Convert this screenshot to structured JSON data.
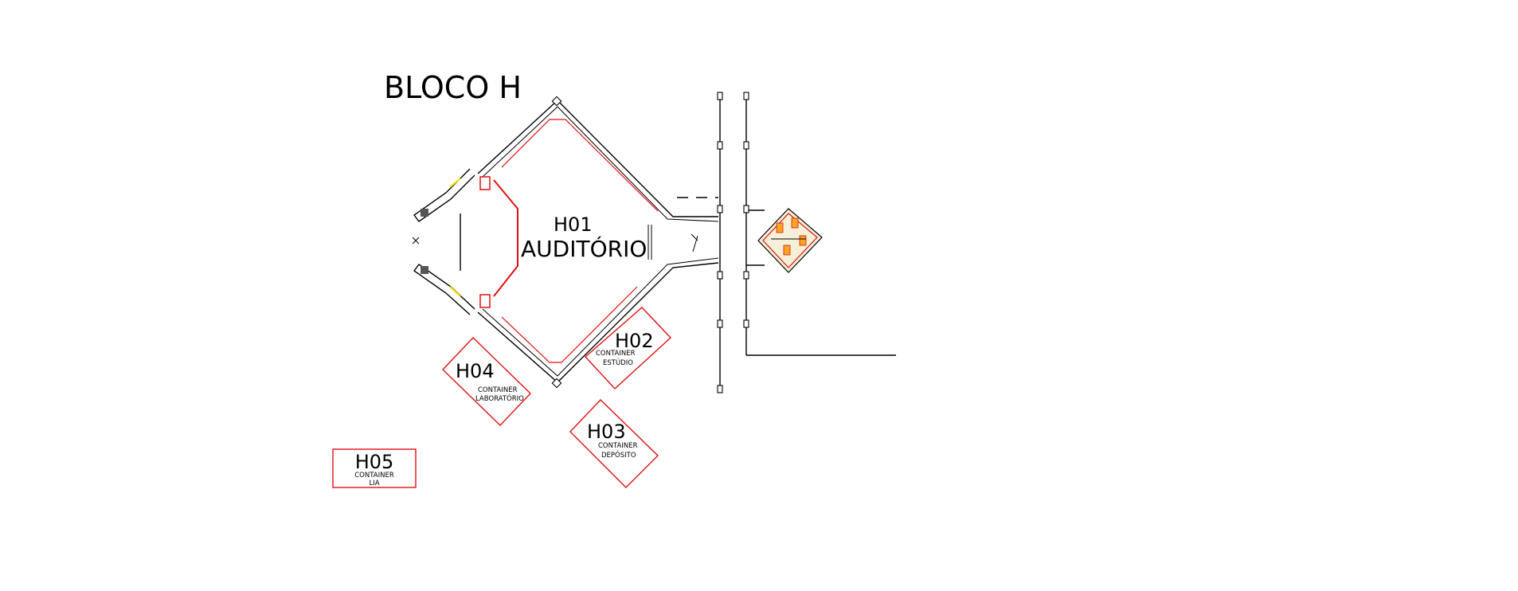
{
  "title": "BLOCO H",
  "rooms": {
    "h01": {
      "code": "H01",
      "name": "AUDITÓRIO"
    },
    "h02": {
      "code": "H02",
      "line1": "CONTAINER",
      "line2": "ESTÚDIO"
    },
    "h03": {
      "code": "H03",
      "line1": "CONTAINER",
      "line2": "DEPÓSITO"
    },
    "h04": {
      "code": "H04",
      "line1": "CONTAINER",
      "line2": "LABORATÓRIO"
    },
    "h05": {
      "code": "H05",
      "line1": "CONTAINER",
      "line2": "LIA"
    }
  },
  "colors": {
    "wall": "#000000",
    "container_outline": "#e01010",
    "stair_fill": "#f5a623"
  }
}
